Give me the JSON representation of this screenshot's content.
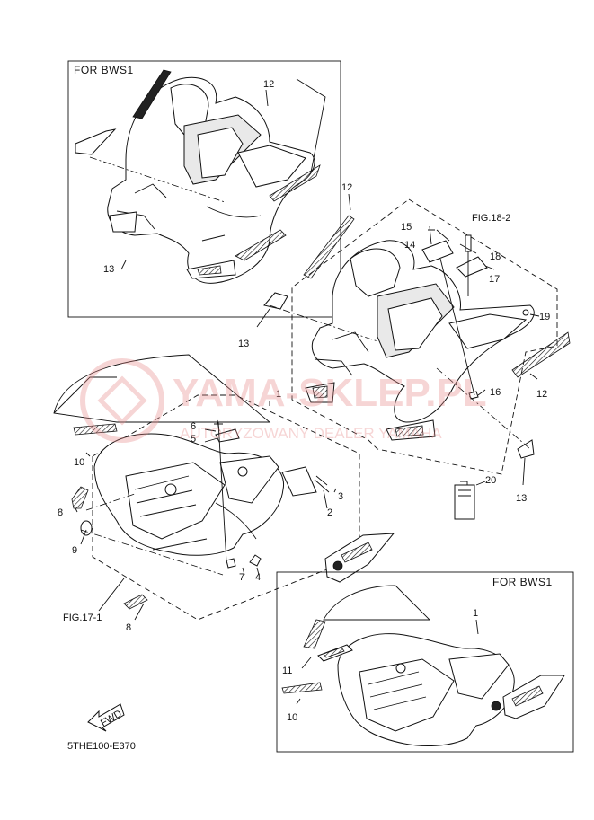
{
  "diagram": {
    "boxes": {
      "top_left": {
        "label": "FOR  BWS1"
      },
      "bottom_right": {
        "label": "FOR  BWS1"
      }
    },
    "refs": {
      "fig_18_2": "FIG.18-2",
      "fig_17_1": "FIG.17-1"
    },
    "callouts": {
      "c1_main": "1",
      "c1_box": "1",
      "c2": "2",
      "c3": "3",
      "c4": "4",
      "c5": "5",
      "c6": "6",
      "c7": "7",
      "c8_upper": "8",
      "c8_lower": "8",
      "c9": "9",
      "c10_main": "10",
      "c10_box": "10",
      "c11": "11",
      "c12_box": "12",
      "c12_mid": "12",
      "c12_right": "12",
      "c13_box": "13",
      "c13_mid": "13",
      "c13_right": "13",
      "c14": "14",
      "c15": "15",
      "c16": "16",
      "c17": "17",
      "c18": "18",
      "c19": "19",
      "c20": "20"
    },
    "fwd_label": "FWD",
    "diagram_code": "5THE100-E370",
    "watermark": {
      "brand": "YAMA-SKLEP.PL",
      "tagline": "AUTORYZOWANY DEALER YAMAHA"
    },
    "colors": {
      "line": "#111111",
      "watermark": "#e88a8a"
    }
  }
}
